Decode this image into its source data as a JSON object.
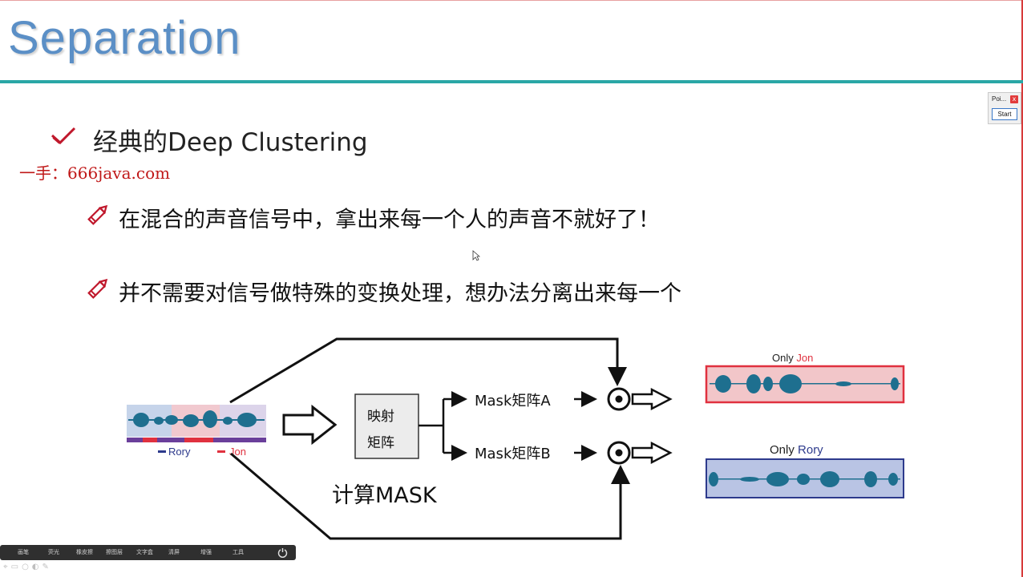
{
  "slide": {
    "title": "Separation",
    "heading": "经典的Deep Clustering",
    "watermark": "一手：666java.com",
    "bullets": [
      "在混合的声音信号中，拿出来每一个人的声音不就好了！",
      "并不需要对信号做特殊的变换处理，想办法分离出来每一个"
    ]
  },
  "diagram": {
    "matrix_box": [
      "映射",
      "矩阵"
    ],
    "mask_a": "Mask矩阵A",
    "mask_b": "Mask矩阵B",
    "compute_label": "计算MASK",
    "legend_rory": "Rory",
    "legend_jon": "Jon",
    "output_top_prefix": "Only ",
    "output_top_name": "Jon",
    "output_bottom_prefix": "Only ",
    "output_bottom_name": "Rory",
    "colors": {
      "jon": "#e0313f",
      "rory": "#2d3a8c",
      "wave": "#1e6f8f",
      "jon_box_fill": "#f2c6c9",
      "rory_box_fill": "#b9c4e4"
    }
  },
  "popup": {
    "title": "Poi...",
    "close": "x",
    "start": "Start"
  },
  "taskbar": {
    "items": [
      "画笔",
      "荧光",
      "橡皮擦",
      "擦图层",
      "文字盒",
      "清屏",
      "增强",
      "工具"
    ]
  },
  "icons": [
    "check-icon",
    "pencil-icon",
    "odot-icon",
    "arrow-icon",
    "power-icon"
  ]
}
